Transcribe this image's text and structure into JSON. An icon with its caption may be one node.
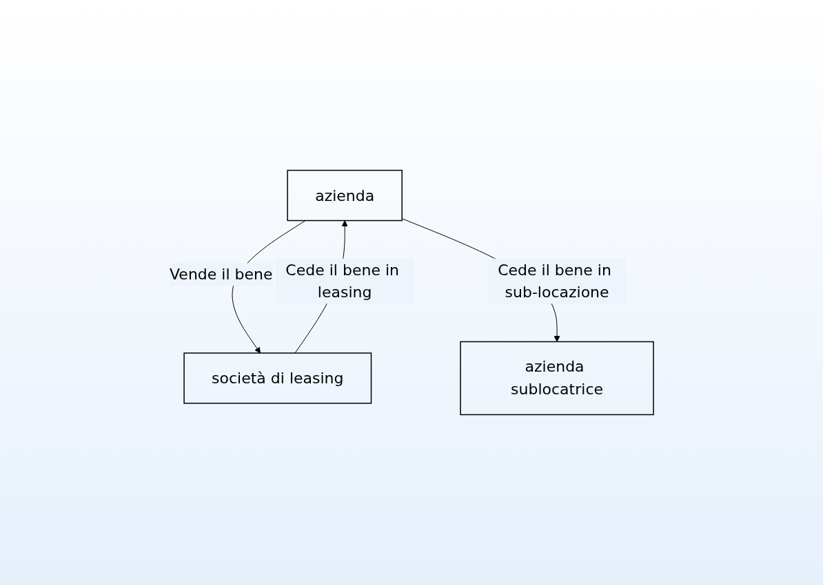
{
  "diagram": {
    "nodes": [
      {
        "text": [
          "azienda"
        ]
      },
      {
        "text": [
          "società di leasing"
        ]
      },
      {
        "text": [
          "azienda sublocatrice"
        ]
      }
    ],
    "edges": [
      {
        "from": 0,
        "to": 1,
        "arrow": "to",
        "label": "Vende il bene"
      },
      {
        "from": 1,
        "to": 0,
        "arrow": "to",
        "label": "Cede il bene in leasing"
      },
      {
        "from": 0,
        "to": 2,
        "arrow": "to",
        "label": "Cede il bene in sub-locazione"
      }
    ]
  }
}
